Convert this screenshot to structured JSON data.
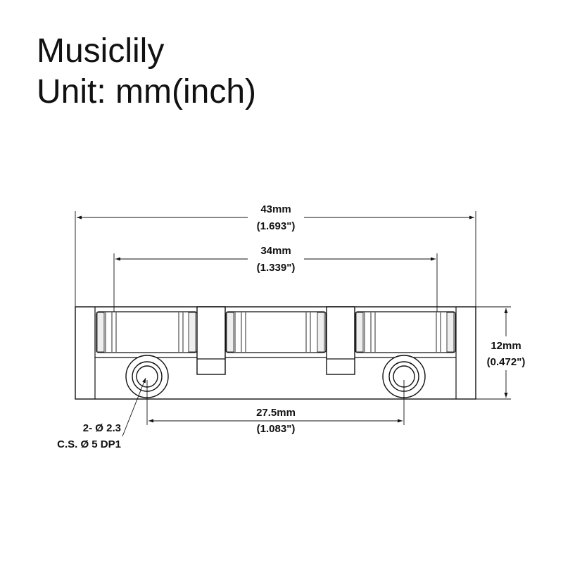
{
  "header": {
    "brand": "Musiclily",
    "unit": "Unit: mm(inch)"
  },
  "dimensions": {
    "overall_length": {
      "mm": "43mm",
      "inch": "(1.693\")"
    },
    "saddle_span": {
      "mm": "34mm",
      "inch": "(1.339\")"
    },
    "height": {
      "mm": "12mm",
      "inch": "(0.472\")"
    },
    "hole_spacing": {
      "mm": "27.5mm",
      "inch": "(1.083\")"
    }
  },
  "hole_note": {
    "line1": "2- Ø 2.3",
    "line2": "C.S. Ø 5 DP1"
  }
}
